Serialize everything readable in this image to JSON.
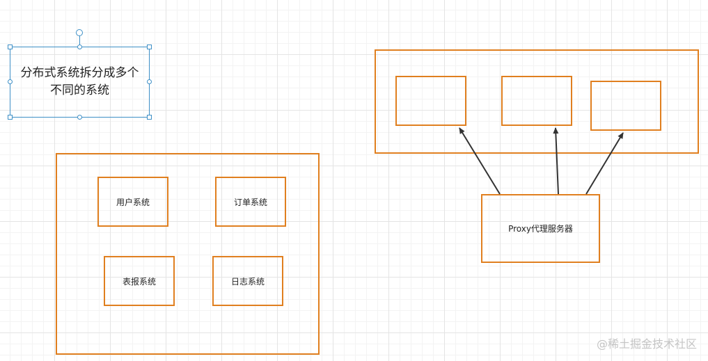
{
  "selected_text": {
    "text": "分布式系统拆分成多个\n不同的系统"
  },
  "left_group": {
    "systems": [
      "用户系统",
      "订单系统",
      "表报系统",
      "日志系统"
    ]
  },
  "proxy": {
    "label": "Proxy代理服务器"
  },
  "right_group": {
    "targets": [
      "",
      "",
      ""
    ]
  },
  "colors": {
    "box_border": "#e07f1f",
    "selection": "#3d8fc6",
    "arrow": "#333333",
    "grid": "#e4e4e4",
    "watermark": "#c4c4c4"
  },
  "watermark": "@稀土掘金技术社区"
}
